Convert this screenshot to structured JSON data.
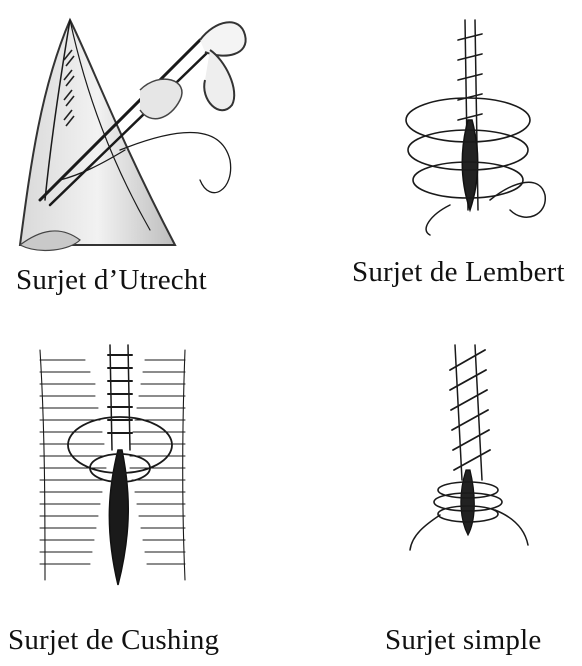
{
  "figure": {
    "panels": [
      {
        "id": "utrecht",
        "caption": "Surjet d’Utrecht"
      },
      {
        "id": "lembert",
        "caption": "Surjet de Lembert"
      },
      {
        "id": "cushing",
        "caption": "Surjet de Cushing"
      },
      {
        "id": "simple",
        "caption": "Surjet simple"
      }
    ]
  }
}
